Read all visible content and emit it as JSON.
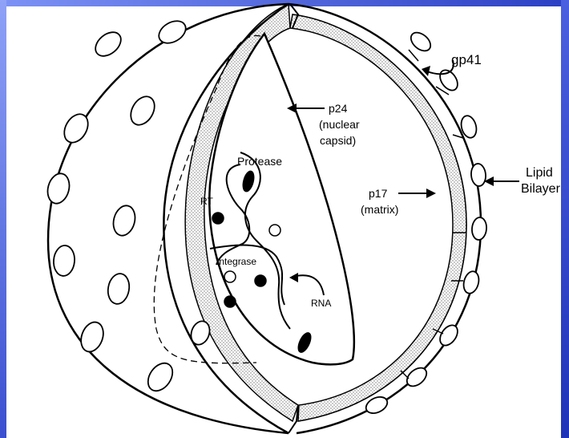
{
  "diagram": {
    "labels": {
      "gp41": "gp41",
      "p24": "p24",
      "p24_desc_1": "(nuclear",
      "p24_desc_2": "capsid)",
      "lipid_1": "Lipid",
      "lipid_2": "Bilayer",
      "p17": "p17",
      "p17_desc": "(matrix)",
      "protease": "Protease",
      "rt": "RT",
      "integrase": "Integrase",
      "rna": "RNA"
    },
    "colors": {
      "frame_gradient_start": "#6f86f2",
      "frame_gradient_end": "#1e33b8",
      "ink": "#000000",
      "stipple": "#bdbdbd"
    }
  }
}
